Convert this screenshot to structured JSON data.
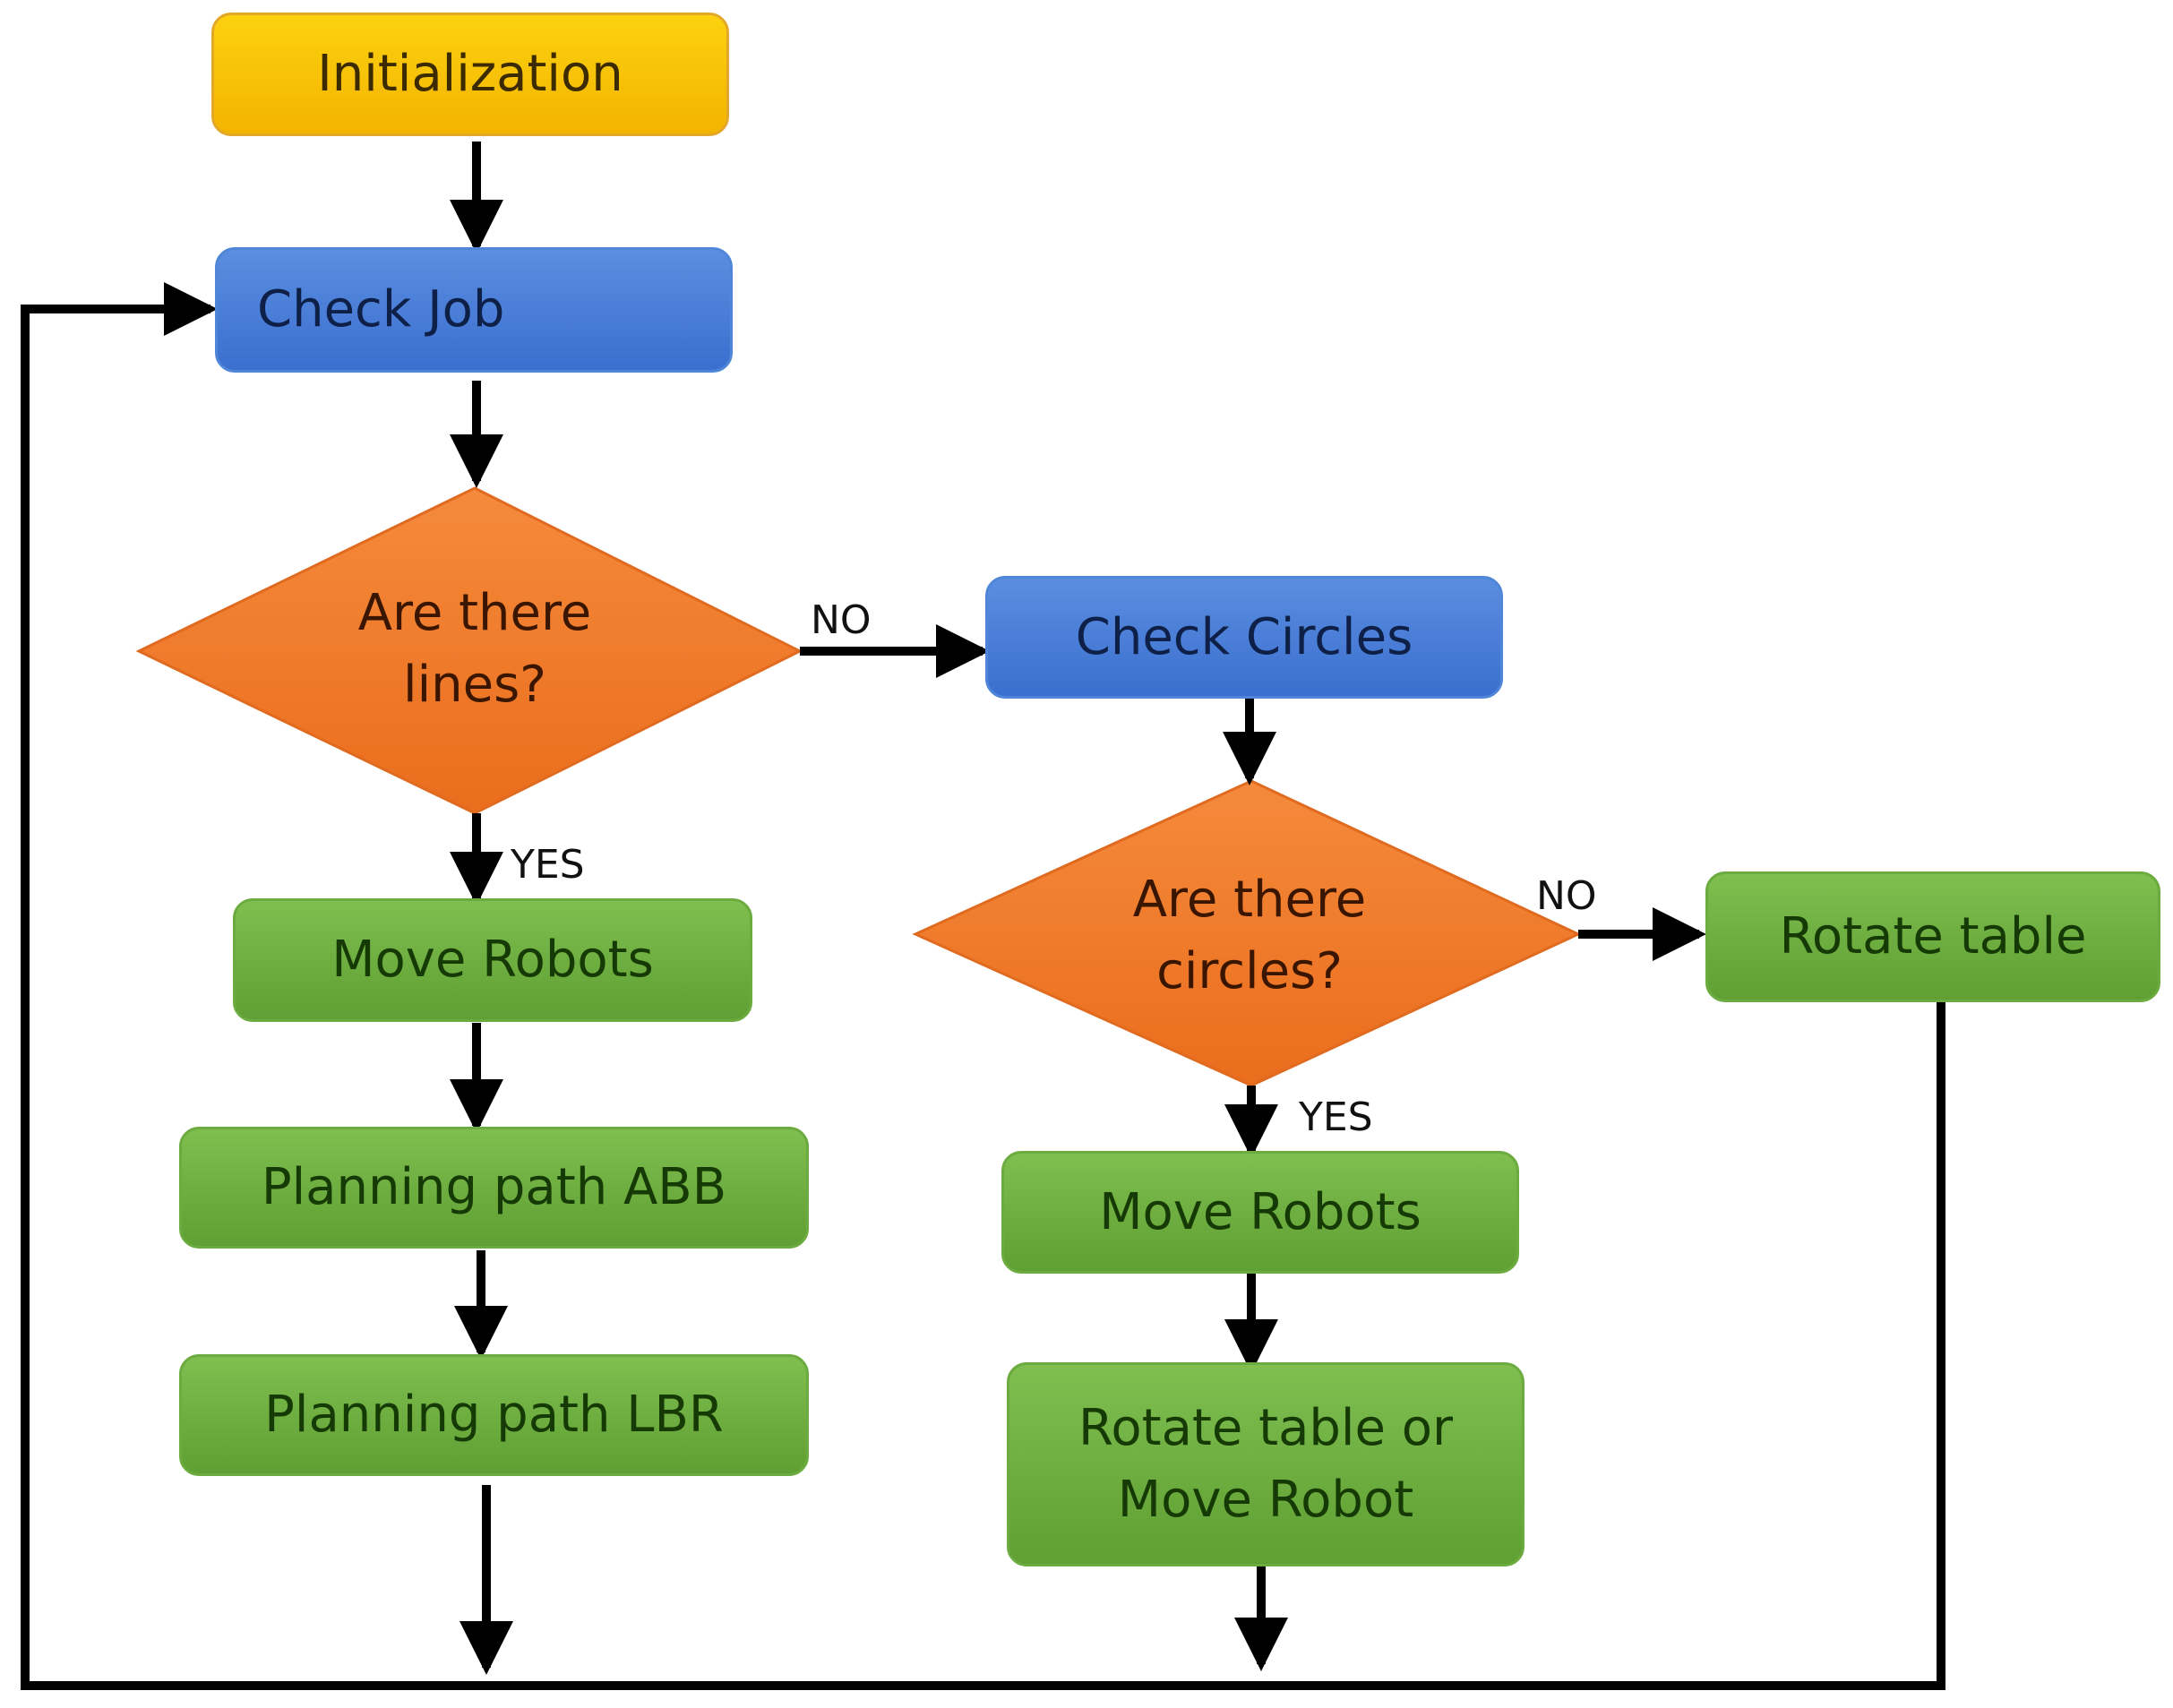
{
  "nodes": {
    "initialization": "Initialization",
    "check_job": "Check Job",
    "lines_decision": "Are there lines?",
    "check_circles": "Check Circles",
    "move_robots_left": "Move Robots",
    "planning_abb": "Planning path ABB",
    "planning_lbr": "Planning path LBR",
    "circles_decision": "Are there circles?",
    "rotate_table": "Rotate table",
    "move_robots_right": "Move Robots",
    "rotate_or_move": "Rotate table or Move Robot"
  },
  "edge_labels": {
    "lines_no": "NO",
    "lines_yes": "YES",
    "circles_no": "NO",
    "circles_yes": "YES"
  },
  "colors": {
    "start": "#f5b800",
    "process_blue": "#4a7fd6",
    "process_green": "#6aaa3e",
    "decision": "#f07828",
    "connector": "#000000"
  }
}
